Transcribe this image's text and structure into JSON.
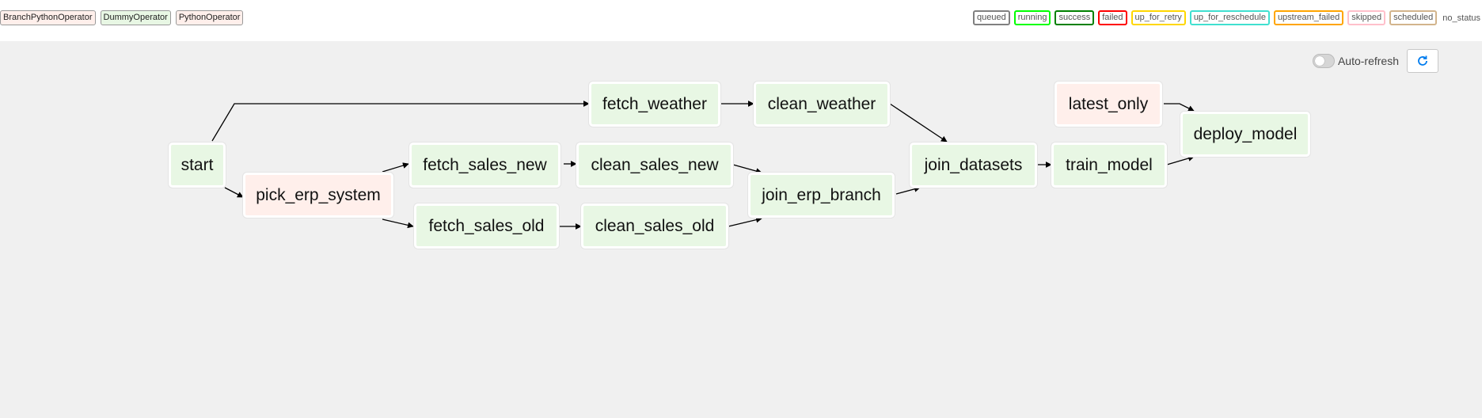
{
  "legend": {
    "operators": [
      {
        "label": "BranchPythonOperator",
        "bg": "#ffefeb"
      },
      {
        "label": "DummyOperator",
        "bg": "#e8f7e4"
      },
      {
        "label": "PythonOperator",
        "bg": "#ffefeb"
      }
    ],
    "statuses": [
      {
        "label": "queued",
        "color": "#808080"
      },
      {
        "label": "running",
        "color": "#00ff00"
      },
      {
        "label": "success",
        "color": "#008000"
      },
      {
        "label": "failed",
        "color": "#ff0000"
      },
      {
        "label": "up_for_retry",
        "color": "#ffd700"
      },
      {
        "label": "up_for_reschedule",
        "color": "#40e0d0"
      },
      {
        "label": "upstream_failed",
        "color": "#ffa500"
      },
      {
        "label": "skipped",
        "color": "#ffc0cb"
      },
      {
        "label": "scheduled",
        "color": "#d2b48c"
      }
    ],
    "no_status_label": "no_status"
  },
  "toolbar": {
    "auto_refresh_label": "Auto-refresh",
    "auto_refresh_on": false,
    "refresh_icon": "refresh-icon"
  },
  "nodes": {
    "start": "start",
    "pick_erp_system": "pick_erp_system",
    "fetch_weather": "fetch_weather",
    "clean_weather": "clean_weather",
    "fetch_sales_new": "fetch_sales_new",
    "clean_sales_new": "clean_sales_new",
    "fetch_sales_old": "fetch_sales_old",
    "clean_sales_old": "clean_sales_old",
    "join_erp_branch": "join_erp_branch",
    "join_datasets": "join_datasets",
    "latest_only": "latest_only",
    "train_model": "train_model",
    "deploy_model": "deploy_model"
  }
}
